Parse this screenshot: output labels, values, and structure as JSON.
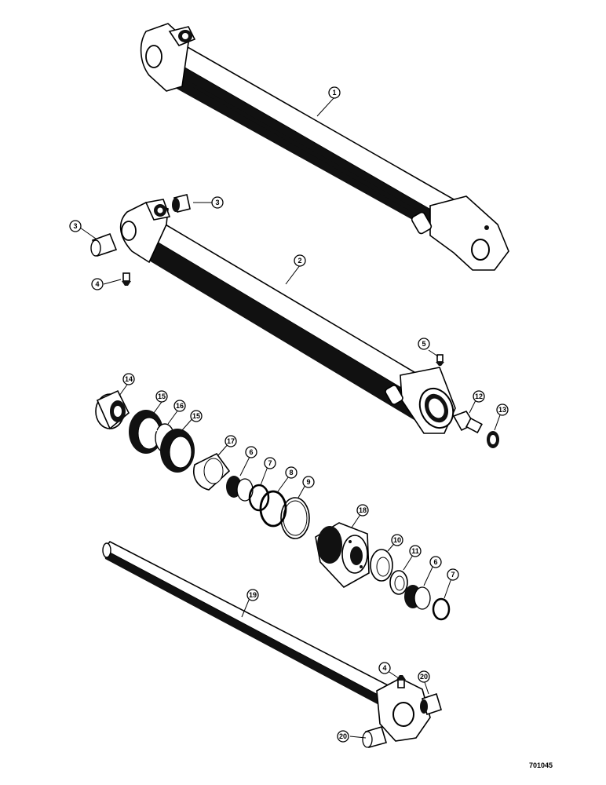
{
  "callouts": [
    "1",
    "2",
    "3",
    "3",
    "4",
    "5",
    "14",
    "15",
    "16",
    "15",
    "17",
    "6",
    "7",
    "8",
    "9",
    "12",
    "13",
    "18",
    "10",
    "11",
    "6",
    "7",
    "19",
    "4",
    "20",
    "20"
  ],
  "drawing_number": "701045"
}
